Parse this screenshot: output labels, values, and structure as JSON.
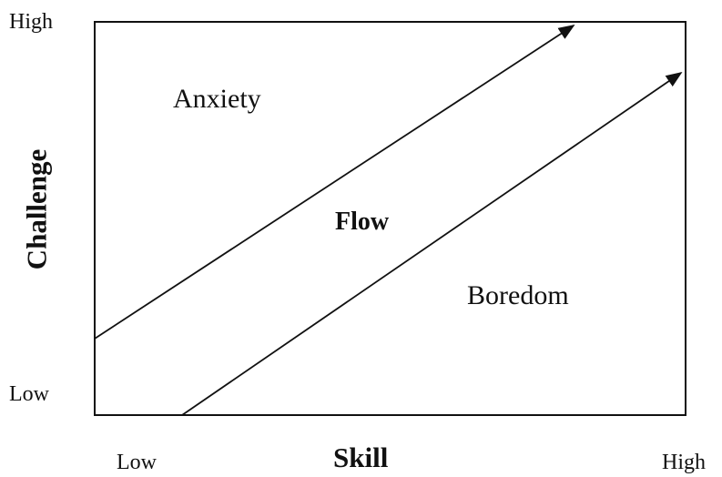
{
  "axes": {
    "y": {
      "title": "Challenge",
      "high_label": "High",
      "low_label": "Low"
    },
    "x": {
      "title": "Skill",
      "low_label": "Low",
      "high_label": "High"
    }
  },
  "regions": {
    "anxiety": "Anxiety",
    "flow": "Flow",
    "boredom": "Boredom"
  },
  "colors": {
    "line": "#111111",
    "background": "#ffffff"
  }
}
